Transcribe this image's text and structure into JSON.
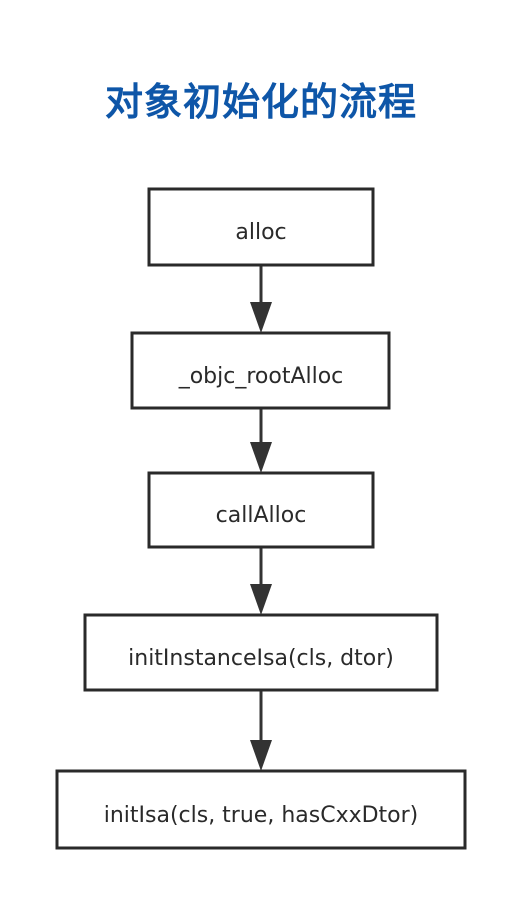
{
  "diagram": {
    "title": "对象初始化的流程",
    "colors": {
      "title": "#0e56a8",
      "border": "#2a2a2a",
      "arrow": "#333333"
    },
    "nodes": [
      {
        "id": "alloc",
        "label": "alloc"
      },
      {
        "id": "objc-root-alloc",
        "label": "_objc_rootAlloc"
      },
      {
        "id": "call-alloc",
        "label": "callAlloc"
      },
      {
        "id": "init-instance-isa",
        "label": "initInstanceIsa(cls, dtor)"
      },
      {
        "id": "init-isa",
        "label": "initIsa(cls, true, hasCxxDtor)"
      }
    ],
    "edges": [
      {
        "from": "alloc",
        "to": "objc-root-alloc"
      },
      {
        "from": "objc-root-alloc",
        "to": "call-alloc"
      },
      {
        "from": "call-alloc",
        "to": "init-instance-isa"
      },
      {
        "from": "init-instance-isa",
        "to": "init-isa"
      }
    ]
  }
}
